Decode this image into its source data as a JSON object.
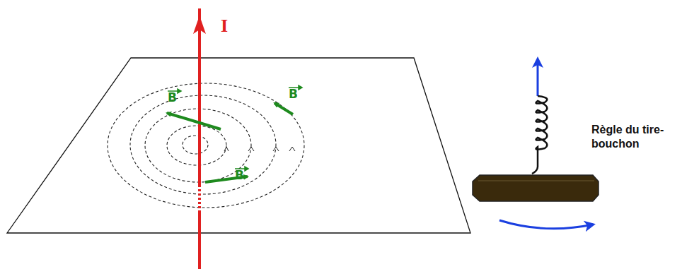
{
  "diagram": {
    "labels": [
      "I",
      "B",
      "B",
      "B",
      "Règle du tire-bouchon"
    ]
  }
}
